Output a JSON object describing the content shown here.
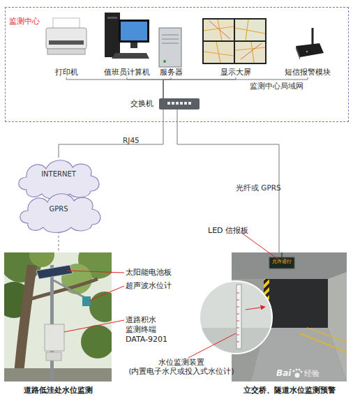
{
  "diagram": {
    "nodes": [
      {
        "text": [
          "监测中心"
        ]
      },
      {
        "text": [
          "打印机"
        ],
        "in": 0
      },
      {
        "text": [
          "值班员计算机"
        ],
        "in": 0
      },
      {
        "text": [
          "服务器"
        ],
        "in": 0
      },
      {
        "text": [
          "显示大屏"
        ],
        "in": 0
      },
      {
        "text": [
          "短信报警模块"
        ],
        "in": 0
      },
      {
        "text": [
          "交换机"
        ]
      },
      {
        "text": [
          "INTERNET",
          "GPRS"
        ]
      },
      {
        "text": [
          "道路低洼处水位监测"
        ]
      },
      {
        "text": [
          "立交桥、隧道水位监测预警"
        ]
      }
    ],
    "edges": [
      {
        "from": 1,
        "to": 6,
        "arrow": "none"
      },
      {
        "from": 2,
        "to": 6,
        "arrow": "none"
      },
      {
        "from": 3,
        "to": 6,
        "arrow": "none"
      },
      {
        "from": 4,
        "to": 6,
        "arrow": "none"
      },
      {
        "from": 5,
        "to": 6,
        "arrow": "none"
      },
      {
        "from": 6,
        "to": 7,
        "label": "RJ45",
        "arrow": "none"
      },
      {
        "from": 7,
        "to": 8,
        "arrow": "none"
      },
      {
        "from": 6,
        "to": 9,
        "label": "光纤或 GPRS",
        "arrow": "none"
      }
    ],
    "labels": [
      "监测中心局域网",
      "太阳能电池板",
      "超声波水位计",
      "道路积水 监测终端 DATA-9201",
      "LED 信报板",
      "水位监测装置 (内置电子水尺或投入式水位计)",
      "允许通行",
      "Bai",
      "经验"
    ]
  }
}
